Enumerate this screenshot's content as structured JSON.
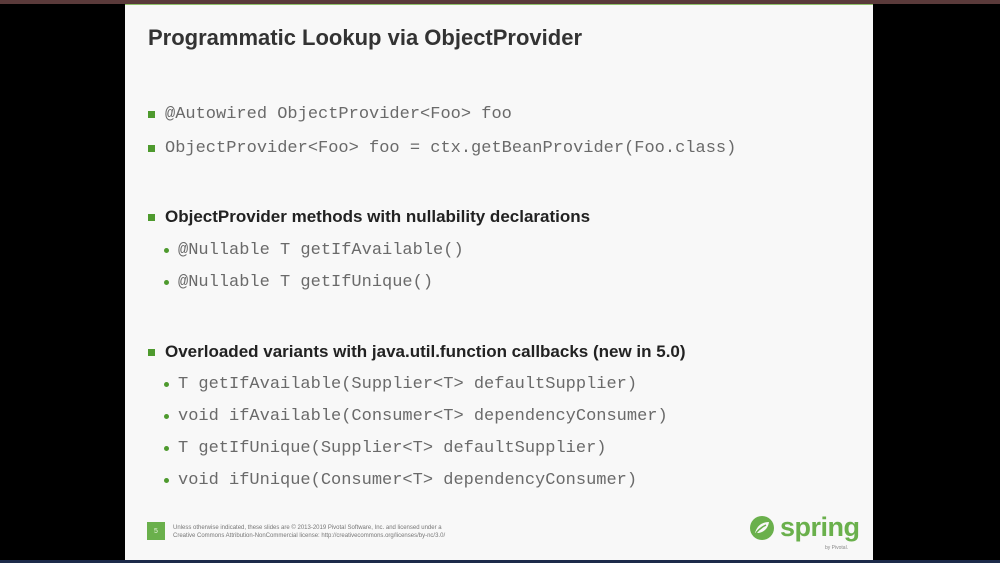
{
  "slide": {
    "title": "Programmatic Lookup via ObjectProvider",
    "items": [
      {
        "type": "code-square",
        "text": "@Autowired ObjectProvider<Foo> foo"
      },
      {
        "type": "code-square",
        "text": "ObjectProvider<Foo> foo = ctx.getBeanProvider(Foo.class)"
      },
      {
        "type": "heading",
        "text": "ObjectProvider methods with nullability declarations"
      },
      {
        "type": "code-dot",
        "text": "@Nullable T getIfAvailable()"
      },
      {
        "type": "code-dot",
        "text": "@Nullable T getIfUnique()"
      },
      {
        "type": "heading",
        "text": "Overloaded variants with java.util.function callbacks (new in 5.0)"
      },
      {
        "type": "code-dot",
        "text": "T getIfAvailable(Supplier<T> defaultSupplier)"
      },
      {
        "type": "code-dot",
        "text": "void ifAvailable(Consumer<T> dependencyConsumer)"
      },
      {
        "type": "code-dot",
        "text": "T getIfUnique(Supplier<T> defaultSupplier)"
      },
      {
        "type": "code-dot",
        "text": "void ifUnique(Consumer<T> dependencyConsumer)"
      }
    ],
    "footer": {
      "page_number": "5",
      "legal_line1": "Unless otherwise indicated, these slides are © 2013-2019 Pivotal Software, Inc. and licensed under a",
      "legal_line2": "Creative Commons Attribution-NonCommercial license: http://creativecommons.org/licenses/by-nc/3.0/",
      "logo_text": "spring",
      "logo_byline": "by Pivotal."
    }
  },
  "colors": {
    "accent": "#6ab04c",
    "bullet": "#4e9a2e"
  }
}
